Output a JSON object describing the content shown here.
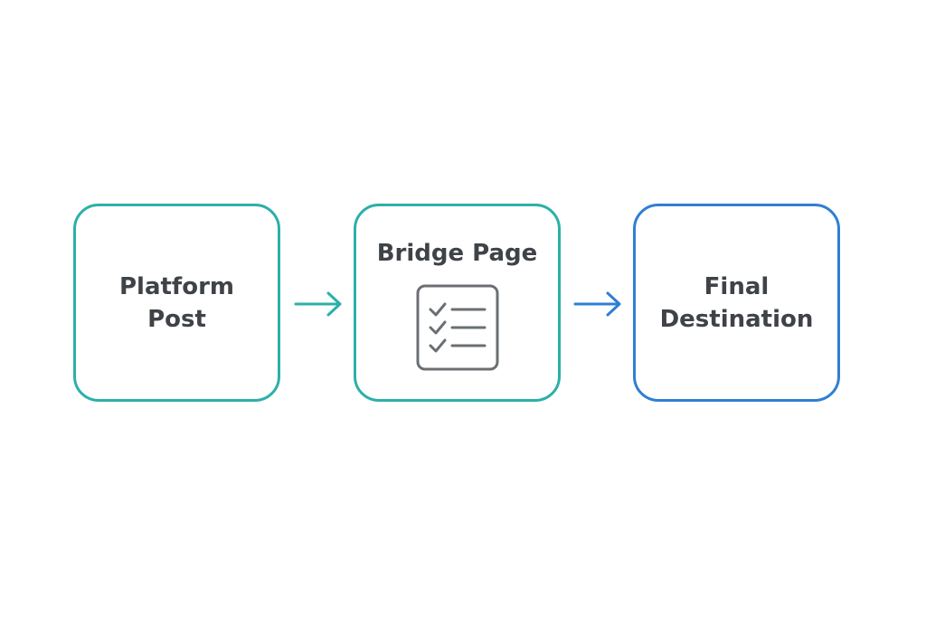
{
  "nodes": [
    {
      "id": "platform",
      "label_line1": "Platform",
      "label_line2": "Post",
      "border_color": "#2bb0a8"
    },
    {
      "id": "bridge",
      "label": "Bridge Page",
      "icon": "checklist-icon",
      "border_color": "#2bb0a8"
    },
    {
      "id": "final",
      "label_line1": "Final",
      "label_line2": "Destination",
      "border_color": "#2f7fd2"
    }
  ],
  "edges": [
    {
      "from": "platform",
      "to": "bridge",
      "icon": "arrow-right-icon",
      "color": "#2bb0a8"
    },
    {
      "from": "bridge",
      "to": "final",
      "icon": "arrow-right-icon",
      "color": "#2f7fd2"
    }
  ],
  "colors": {
    "teal": "#2bb0a8",
    "blue": "#2f7fd2",
    "text": "#3f4348",
    "icon_gray": "#6b6f73"
  }
}
